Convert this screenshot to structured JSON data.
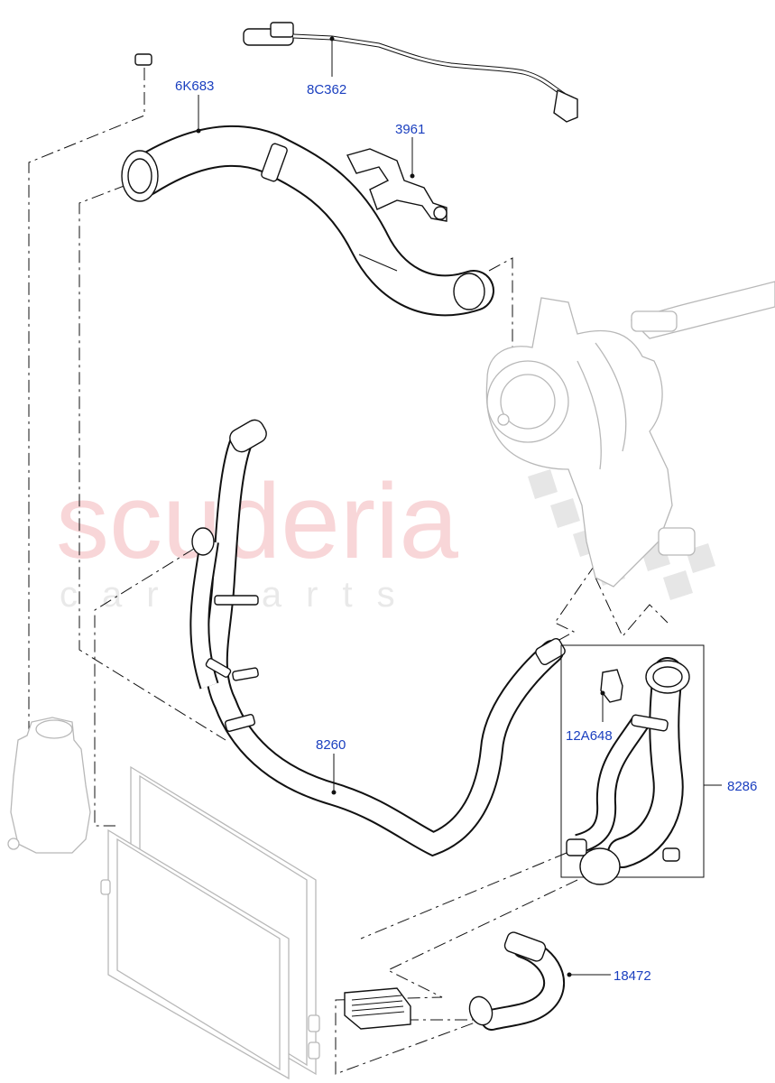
{
  "watermark": {
    "brand": "scuderia",
    "tagline": "car parts",
    "color": "#f6c9cc"
  },
  "part_labels": {
    "p6K683": "6K683",
    "p8C362": "8C362",
    "p3961": "3961",
    "p8260": "8260",
    "p12A648": "12A648",
    "p8286": "8286",
    "p18472": "18472"
  },
  "colors": {
    "label": "#1a3fbf",
    "line": "#111111",
    "ghost_component": "#b8b8b8"
  }
}
